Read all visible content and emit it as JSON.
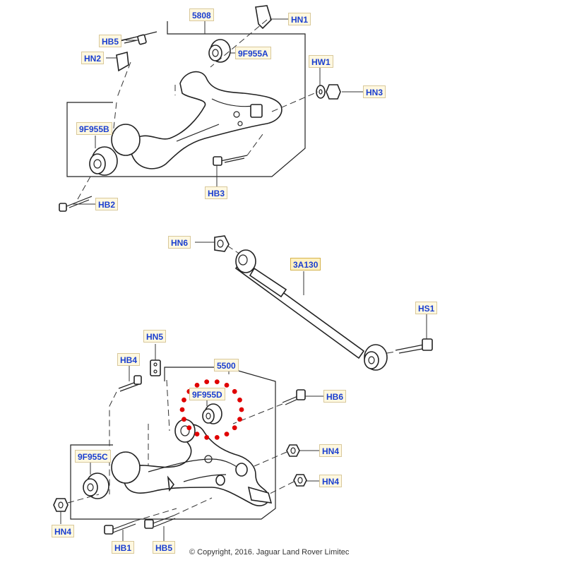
{
  "diagram": {
    "copyright": "© Copyright, 2016. Jaguar Land Rover Limitec",
    "upper_assembly": {
      "labels": {
        "assembly": "5808",
        "bushing_a": "9F955A",
        "bushing_b": "9F955B",
        "bolt_hb5": "HB5",
        "nut_hn2": "HN2",
        "nut_hn1": "HN1",
        "washer_hw1": "HW1",
        "nut_hn3": "HN3",
        "bolt_hb3": "HB3",
        "bolt_hb2": "HB2"
      }
    },
    "toe_link": {
      "labels": {
        "link": "3A130",
        "nut_hn6": "HN6",
        "bolt_hs1": "HS1"
      }
    },
    "lower_assembly": {
      "labels": {
        "assembly": "5500",
        "bushing_c": "9F955C",
        "bushing_d": "9F955D",
        "bolt_hb4": "HB4",
        "nut_hn5": "HN5",
        "bolt_hb6": "HB6",
        "nut_hn4_upper": "HN4",
        "nut_hn4_lower": "HN4",
        "nut_hn4_left": "HN4",
        "bolt_hb1": "HB1",
        "bolt_hb5": "HB5"
      }
    },
    "highlight_color": "#e00000",
    "label_text_color": "#1a3fd0"
  }
}
